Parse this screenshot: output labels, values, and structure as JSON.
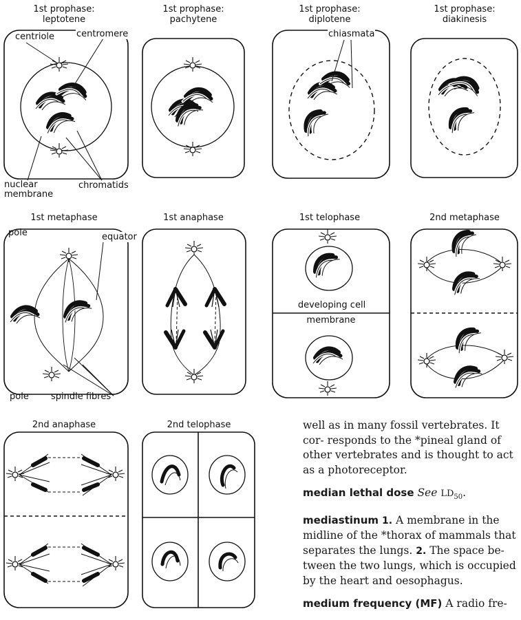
{
  "figure": {
    "panels": {
      "leptotene": {
        "title1": "1st prophase:",
        "title2": "leptotene"
      },
      "pachytene": {
        "title1": "1st prophase:",
        "title2": "pachytene"
      },
      "diplotene": {
        "title1": "1st prophase:",
        "title2": "diplotene"
      },
      "diakinesis": {
        "title1": "1st prophase:",
        "title2": "diakinesis"
      },
      "metaphase1": {
        "title": "1st metaphase"
      },
      "anaphase1": {
        "title": "1st anaphase"
      },
      "telophase1": {
        "title": "1st telophase"
      },
      "metaphase2": {
        "title": "2nd metaphase"
      },
      "anaphase2": {
        "title": "2nd anaphase"
      },
      "telophase2": {
        "title": "2nd telophase"
      }
    },
    "labels": {
      "centriole": "centriole",
      "centromere": "centromere",
      "nuclear1": "nuclear",
      "nuclear2": "membrane",
      "chromatids": "chromatids",
      "chiasmata": "chiasmata",
      "pole_top": "pole",
      "equator": "equator",
      "pole_bottom": "pole",
      "spindle_fibres": "spindle fibres",
      "developing_cell1": "developing cell",
      "developing_cell2": "membrane"
    }
  },
  "text": {
    "continuation": "well as in many fossil vertebrates. It cor- responds to the *pineal gland of other vertebrates and is thought to act as a photoreceptor.",
    "entries": [
      {
        "headword": "median lethal dose",
        "see": "See",
        "ref": "LD",
        "ref_sub": "50",
        "tail": "."
      },
      {
        "headword": "mediastinum",
        "n1": "1.",
        "d1": "A membrane in the midline of the *thorax of mammals that separates the lungs.",
        "n2": "2.",
        "d2": "The space be- tween the two lungs, which is occupied by the heart and oesophagus."
      },
      {
        "headword": "medium frequency (MF)",
        "body": "A radio fre-"
      }
    ]
  }
}
